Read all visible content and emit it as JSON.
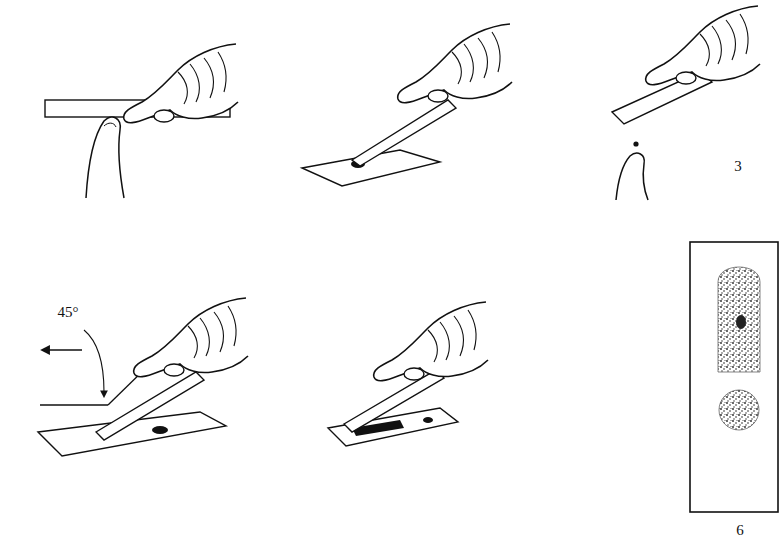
{
  "diagram": {
    "labels": [
      "3",
      "45°",
      "6"
    ]
  }
}
